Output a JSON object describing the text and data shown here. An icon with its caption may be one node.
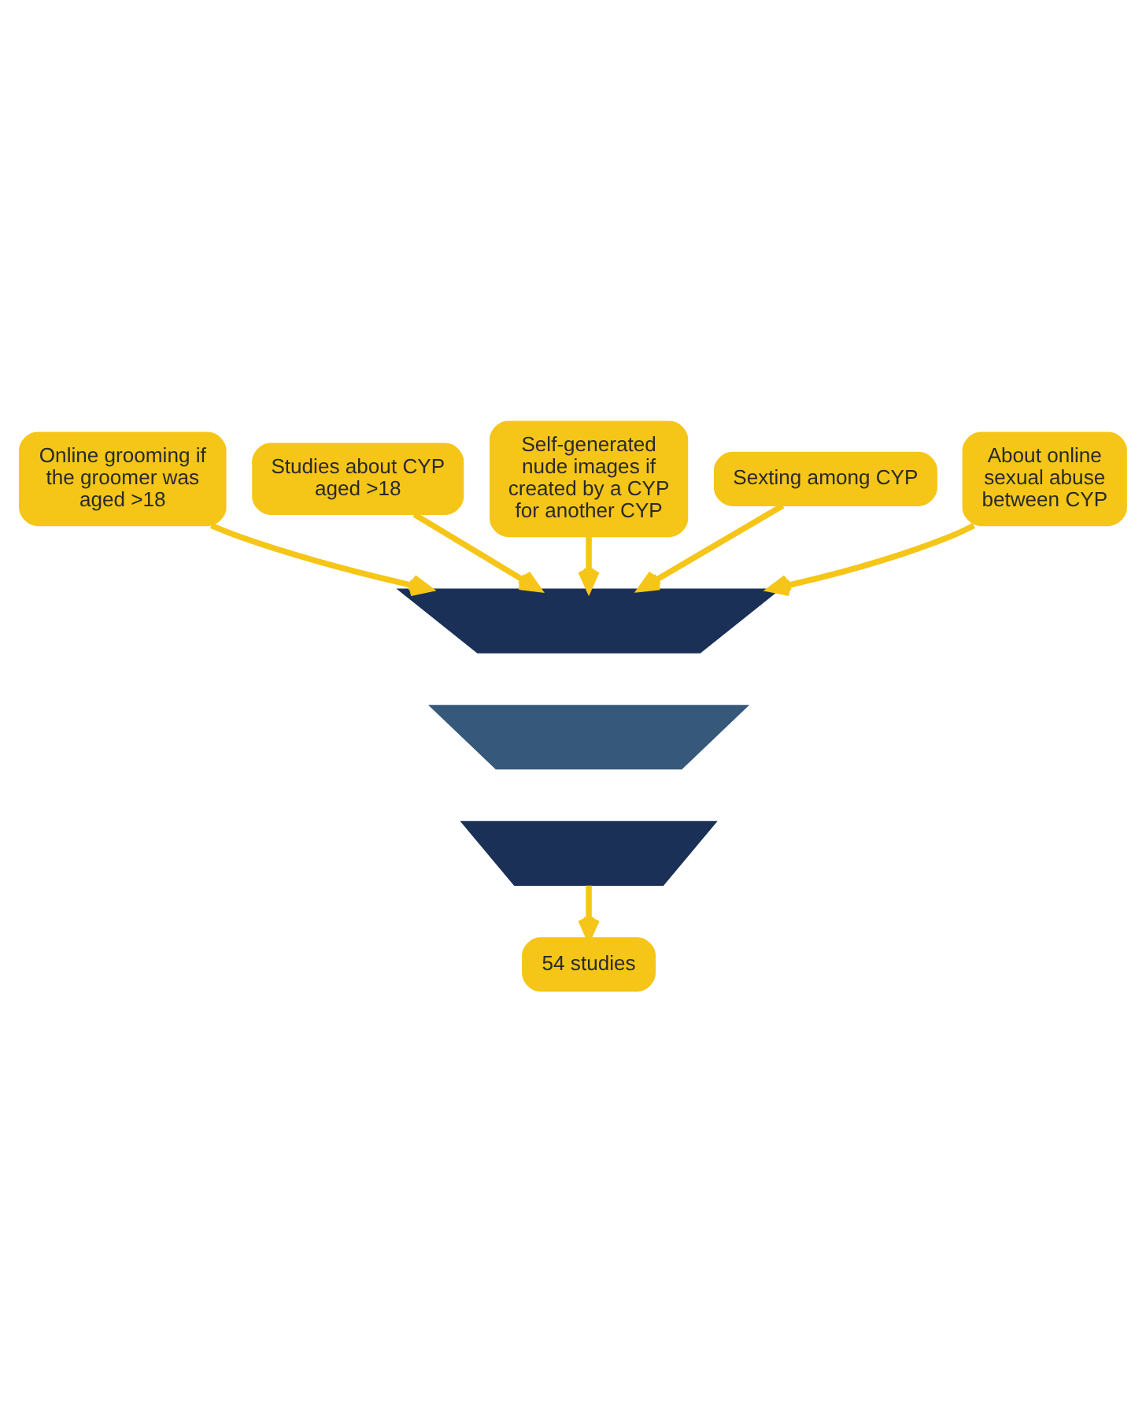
{
  "diagram": {
    "nodes": [
      {
        "text": [
          "Online grooming if the groomer was aged >18"
        ]
      },
      {
        "text": [
          "Studies about CYP aged >18"
        ]
      },
      {
        "text": [
          "Self-generated nude images if created by a CYP for another CYP"
        ]
      },
      {
        "text": [
          "Sexting among CYP"
        ]
      },
      {
        "text": [
          "About online sexual abuse between CYP"
        ]
      },
      {
        "text": [],
        "shape": "bar"
      },
      {
        "text": [],
        "shape": "bar"
      },
      {
        "text": [],
        "shape": "bar"
      },
      {
        "text": [
          "54 studies"
        ]
      }
    ],
    "edges": [
      {
        "from": 0,
        "to": 5,
        "arrow": "to"
      },
      {
        "from": 1,
        "to": 5,
        "arrow": "to"
      },
      {
        "from": 2,
        "to": 5,
        "arrow": "to"
      },
      {
        "from": 3,
        "to": 5,
        "arrow": "to"
      },
      {
        "from": 4,
        "to": 5,
        "arrow": "to"
      },
      {
        "from": 7,
        "to": 8,
        "arrow": "to"
      }
    ]
  }
}
